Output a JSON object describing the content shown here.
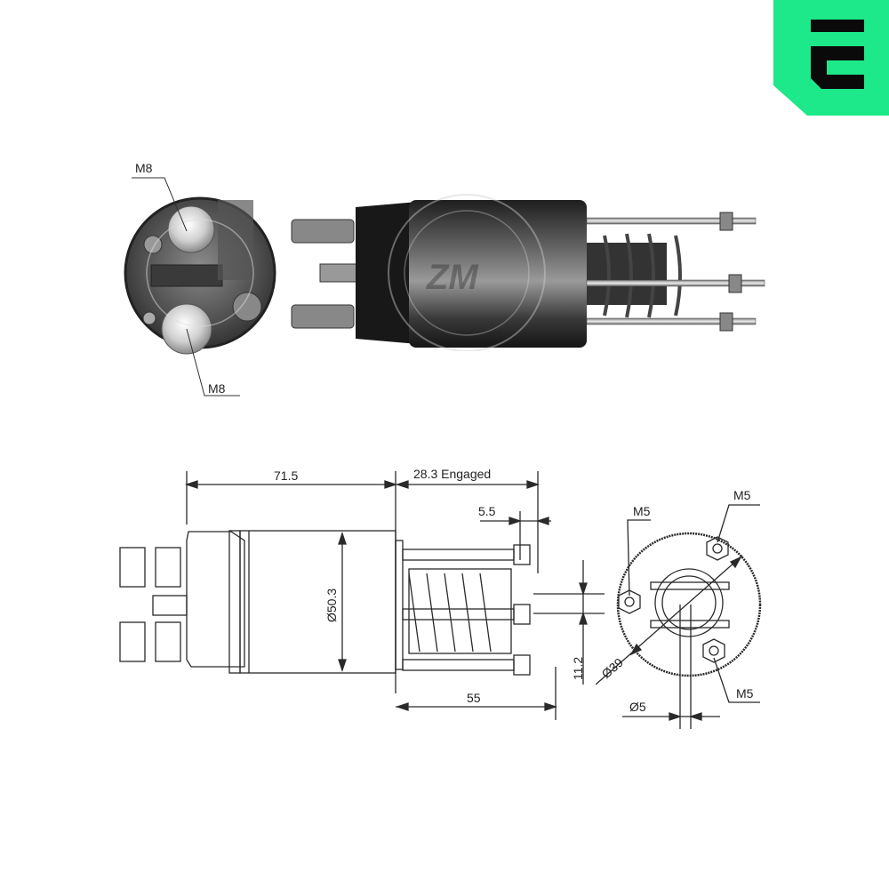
{
  "brand": {
    "logo_letter": "E",
    "logo_color": "#1de88a",
    "logo_ink": "#0a0a0a"
  },
  "photo": {
    "end_view": {
      "terminal_top_label": "M8",
      "terminal_bottom_label": "M8"
    },
    "side_view": {
      "watermark": "ZM"
    }
  },
  "drawing": {
    "side": {
      "length_body": "71.5",
      "length_engaged": "28.3 Engaged",
      "stud_offset": "5.5",
      "diameter_body": "Ø50.3",
      "length_studs": "55",
      "stud_spacing": "11.2"
    },
    "end": {
      "stud_top_label": "M5",
      "stud_left_label": "M5",
      "stud_bottom_label": "M5",
      "bolt_circle": "Ø39",
      "plunger_diameter": "Ø5"
    }
  },
  "colors": {
    "line": "#2a2a2a",
    "background": "#ffffff"
  }
}
